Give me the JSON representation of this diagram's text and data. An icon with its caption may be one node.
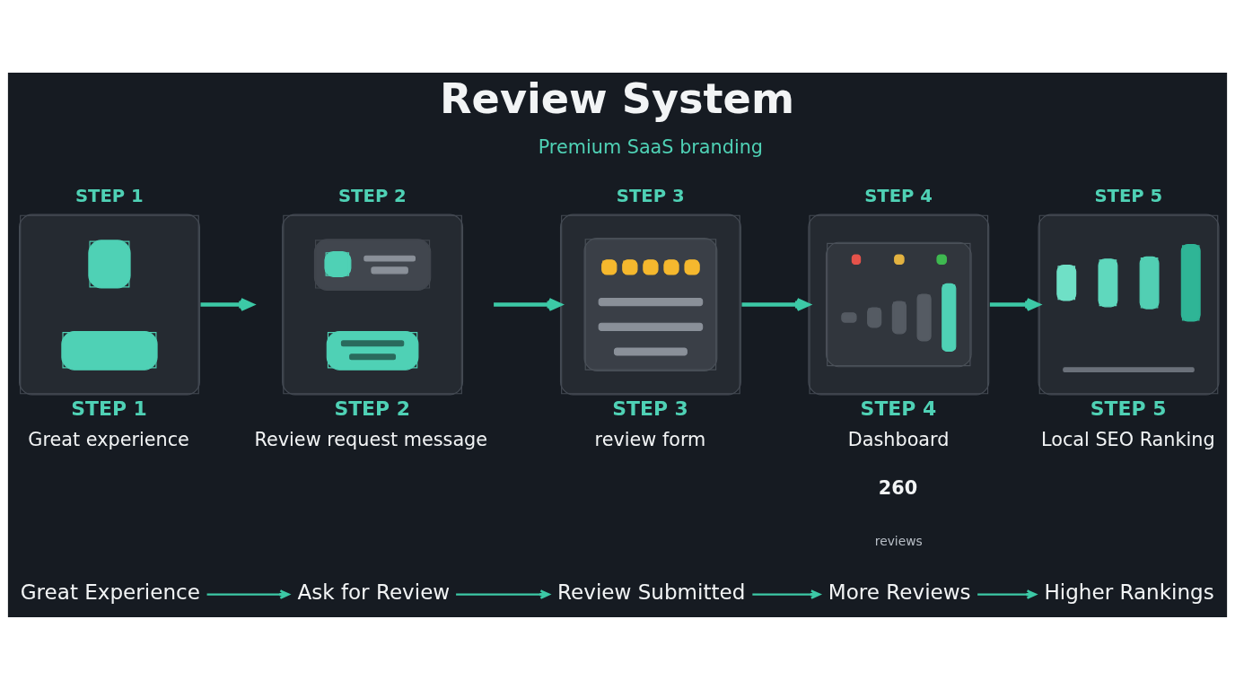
{
  "diagram": {
    "title": "Review System",
    "nodes": [
      {
        "text": [
          "STEP 1"
        ],
        "beside": [
          "STEP 1",
          "Great experience"
        ]
      },
      {
        "text": [
          "STEP 2"
        ],
        "beside": [
          "STEP 2",
          "Review request message"
        ]
      },
      {
        "text": [
          "STEP 3"
        ],
        "beside": [
          "STEP 3",
          "review form"
        ]
      },
      {
        "text": [
          "STEP 4"
        ],
        "beside": [
          "STEP 4",
          "Dashboard"
        ]
      },
      {
        "text": [
          "STEP 5"
        ],
        "beside": [
          "STEP 5",
          "Local SEO Ranking"
        ]
      },
      {
        "text": [
          "Great Experience"
        ]
      },
      {
        "text": [
          "Ask for Review"
        ]
      },
      {
        "text": [
          "Review Submitted"
        ]
      },
      {
        "text": [
          "More Reviews"
        ]
      },
      {
        "text": [
          "Higher Rankings"
        ]
      }
    ],
    "edges": [
      {
        "from": 0,
        "to": 1,
        "arrow": "to",
        "style": "thick"
      },
      {
        "from": 1,
        "to": 2,
        "arrow": "to",
        "style": "thick"
      },
      {
        "from": 2,
        "to": 3,
        "arrow": "to",
        "style": "thick"
      },
      {
        "from": 3,
        "to": 4,
        "arrow": "to",
        "style": "thick"
      },
      {
        "from": 5,
        "to": 6,
        "arrow": "to"
      },
      {
        "from": 6,
        "to": 7,
        "arrow": "to"
      },
      {
        "from": 7,
        "to": 8,
        "arrow": "to"
      },
      {
        "from": 8,
        "to": 9,
        "arrow": "to"
      }
    ],
    "labels": [
      "Premium SaaS branding",
      "260",
      "reviews"
    ]
  }
}
